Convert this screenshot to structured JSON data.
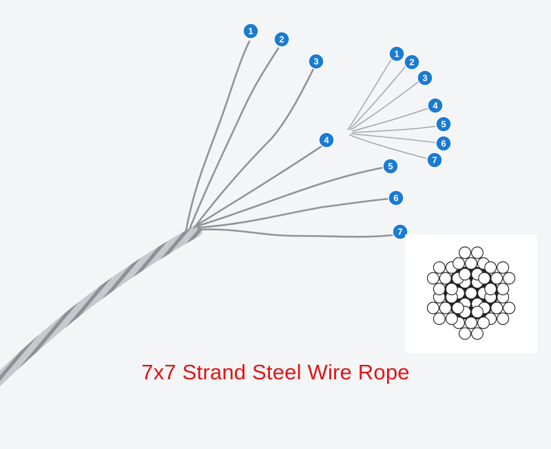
{
  "caption": "7x7 Strand Steel Wire Rope",
  "colors": {
    "badge": "#1a7bd4",
    "caption": "#e01515",
    "wire": "#8f9499",
    "core_fill": "#1f1f1f",
    "wire_fill": "#ffffff"
  },
  "strand_badges": [
    "1",
    "2",
    "3",
    "4",
    "5",
    "6",
    "7"
  ],
  "wire_badges": [
    "1",
    "2",
    "3",
    "4",
    "5",
    "6",
    "7"
  ]
}
